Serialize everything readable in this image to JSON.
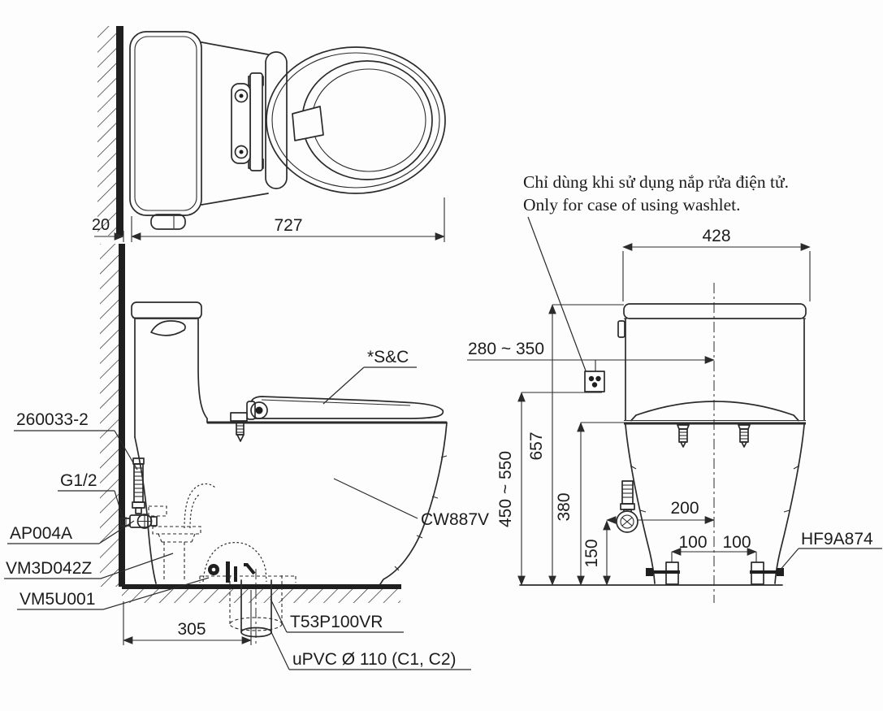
{
  "meta": {
    "background": "#fdfdfd",
    "ink": "#2b2b2b"
  },
  "note": {
    "line1_vi": "Chỉ dùng khi sử dụng nắp rửa điện tử.",
    "line2_en": "Only for case of using washlet."
  },
  "top_view": {
    "dim_wall_gap": "20",
    "dim_total_depth": "727"
  },
  "side_view": {
    "label_supply_hose": "260033-2",
    "label_thread": "G1/2",
    "label_stop_valve": "AP004A",
    "label_flush_valve": "VM3D042Z",
    "label_flange": "VM5U001",
    "dim_drain_offset": "305",
    "label_drain_socket": "T53P100VR",
    "label_drain_pipe": "uPVC Ø 110 (C1, C2)",
    "label_seat_cover": "*S&C",
    "label_model": "CW887V"
  },
  "front_view": {
    "dim_tank_width": "428",
    "dim_outlet_offset": "280 ~ 350",
    "dim_height_total": "657",
    "dim_outlet_height": "450 ~ 550",
    "dim_rim_height": "380",
    "dim_valve_height": "150",
    "dim_valve_offset": "200",
    "dim_bolt_left": "100",
    "dim_bolt_right": "100",
    "label_bolt_kit": "HF9A874"
  }
}
